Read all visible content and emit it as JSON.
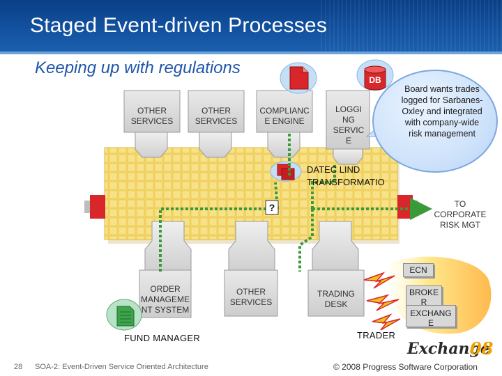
{
  "slide": {
    "title": "Staged Event-driven Processes",
    "subtitle": "Keeping up with regulations",
    "page_number": "28",
    "footer_left": "SOA-2: Event-Driven Service Oriented Architecture",
    "footer_right": "© 2008 Progress Software Corporation",
    "logo_text": "Exchange",
    "logo_suffix": "08"
  },
  "services_top": [
    {
      "label": "OTHER\nSERVICES"
    },
    {
      "label": "OTHER\nSERVICES"
    },
    {
      "label": "COMPLIANC\nE ENGINE"
    },
    {
      "label": "LOGGI\nNG\nSERVIC\nE"
    }
  ],
  "services_bottom": [
    {
      "label": "ORDER\nMANAGEME\nNT SYSTEM"
    },
    {
      "label": "OTHER\nSERVICES"
    },
    {
      "label": "TRADING\nDESK"
    }
  ],
  "db_label": "DB",
  "routing_label_line1": "DATEC LIND",
  "routing_label_line2": "TRANSFORMATIO",
  "question_mark": "?",
  "corporate_label": "TO\nCORPORATE\nRISK MGT",
  "callout": "Board wants trades logged for Sarbanes-Oxley and integrated with company-wide risk management",
  "fund_manager": "FUND MANAGER",
  "trader": "TRADER",
  "external": {
    "ecn": "ECN",
    "broker": "BROKE\nR",
    "exchange": "EXCHANG\nE"
  },
  "colors": {
    "bus": "#f3d24f",
    "flow": "#3a9a3a",
    "red": "#d9262b",
    "title_bg": "#12519f",
    "subtitle": "#1f56a8"
  }
}
